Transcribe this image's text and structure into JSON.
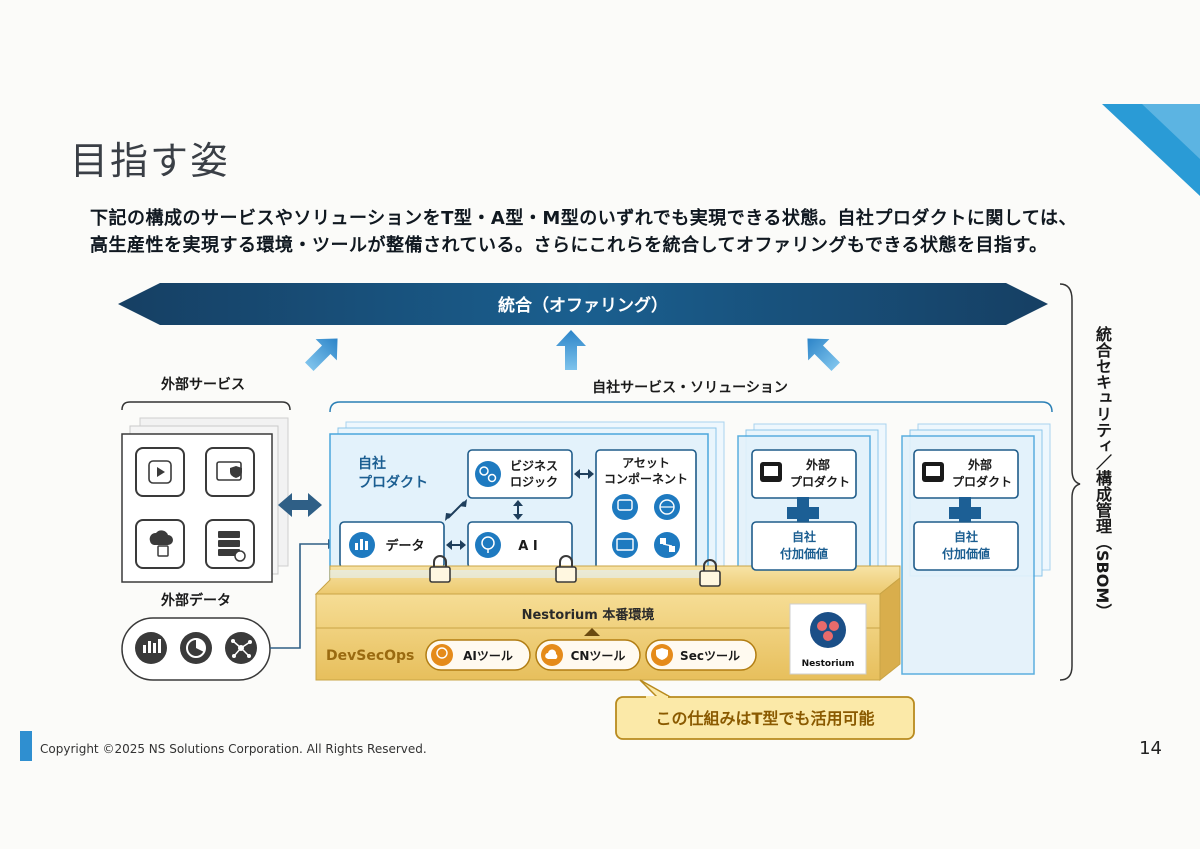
{
  "page": {
    "title": "目指す姿",
    "lead_line1": "下記の構成のサービスやソリューションをT型・A型・M型のいずれでも実現できる状態。自社プロダクトに関しては、",
    "lead_line2": "高生産性を実現する環境・ツールが整備されている。さらにこれらを統合してオファリングもできる状態を目指す。",
    "copyright": "Copyright ©2025  NS Solutions Corporation. All Rights Reserved.",
    "page_number": "14"
  },
  "diagram": {
    "integration_banner": "統合（オファリング）",
    "external_services_label": "外部サービス",
    "external_data_label": "外部データ",
    "own_services_label": "自社サービス・ソリューション",
    "own_product_line1": "自社",
    "own_product_line2": "プロダクト",
    "business_logic_line1": "ビジネス",
    "business_logic_line2": "ロジック",
    "asset_line1": "アセット",
    "asset_line2": "コンポーネント",
    "data_label": "データ",
    "ai_label": "A I",
    "ext_product_line1": "外部",
    "ext_product_line2": "プロダクト",
    "value_add_line1": "自社",
    "value_add_line2": "付加価値",
    "platform_label": "Nestorium  本番環境",
    "devsecops_label": "DevSecOps",
    "tool_ai": "AIツール",
    "tool_cn": "CNツール",
    "tool_sec": "Secツール",
    "nestorium_logo": "Nestorium",
    "callout": "この仕組みはT型でも活用可能",
    "side_label": "統合セキュリティ／構成管理（SBOM）"
  },
  "colors": {
    "banner": "#114f7c",
    "accent_blue": "#2f8fd0",
    "platform_gold": "#e9c46a",
    "callout_fill": "#fbe9a8"
  }
}
